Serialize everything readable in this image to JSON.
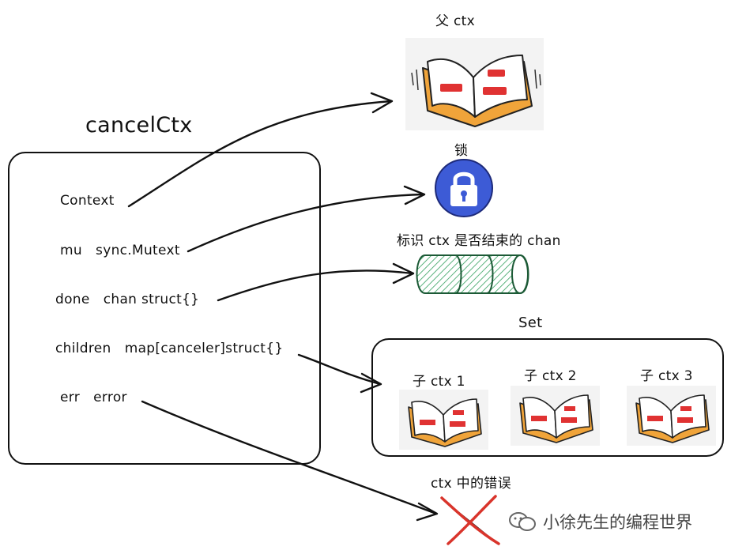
{
  "struct": {
    "title": "cancelCtx",
    "fields": [
      {
        "id": "context",
        "text": "Context"
      },
      {
        "id": "mu",
        "text": "mu   sync.Mutext"
      },
      {
        "id": "done",
        "text": "done   chan struct{}"
      },
      {
        "id": "children",
        "text": "children   map[canceler]struct{}"
      },
      {
        "id": "err",
        "text": "err   error"
      }
    ]
  },
  "targets": {
    "parent_label": "父 ctx",
    "lock_label": "锁",
    "chan_label": "标识 ctx 是否结束的 chan",
    "set_label": "Set",
    "children": [
      "子 ctx 1",
      "子 ctx 2",
      "子 ctx 3"
    ],
    "error_label": "ctx 中的错误"
  },
  "icons": {
    "parent": "open-book-icon",
    "lock": "padlock-icon",
    "chan": "channel-pipe-icon",
    "child": "open-book-icon",
    "error": "red-x-icon"
  },
  "watermark": "小徐先生的编程世界",
  "colors": {
    "lock_blue": "#3d5bd6",
    "chan_green": "#2e9e5a",
    "book_orange": "#f0a43a",
    "book_red": "#e03232",
    "error_red": "#d9342b"
  }
}
